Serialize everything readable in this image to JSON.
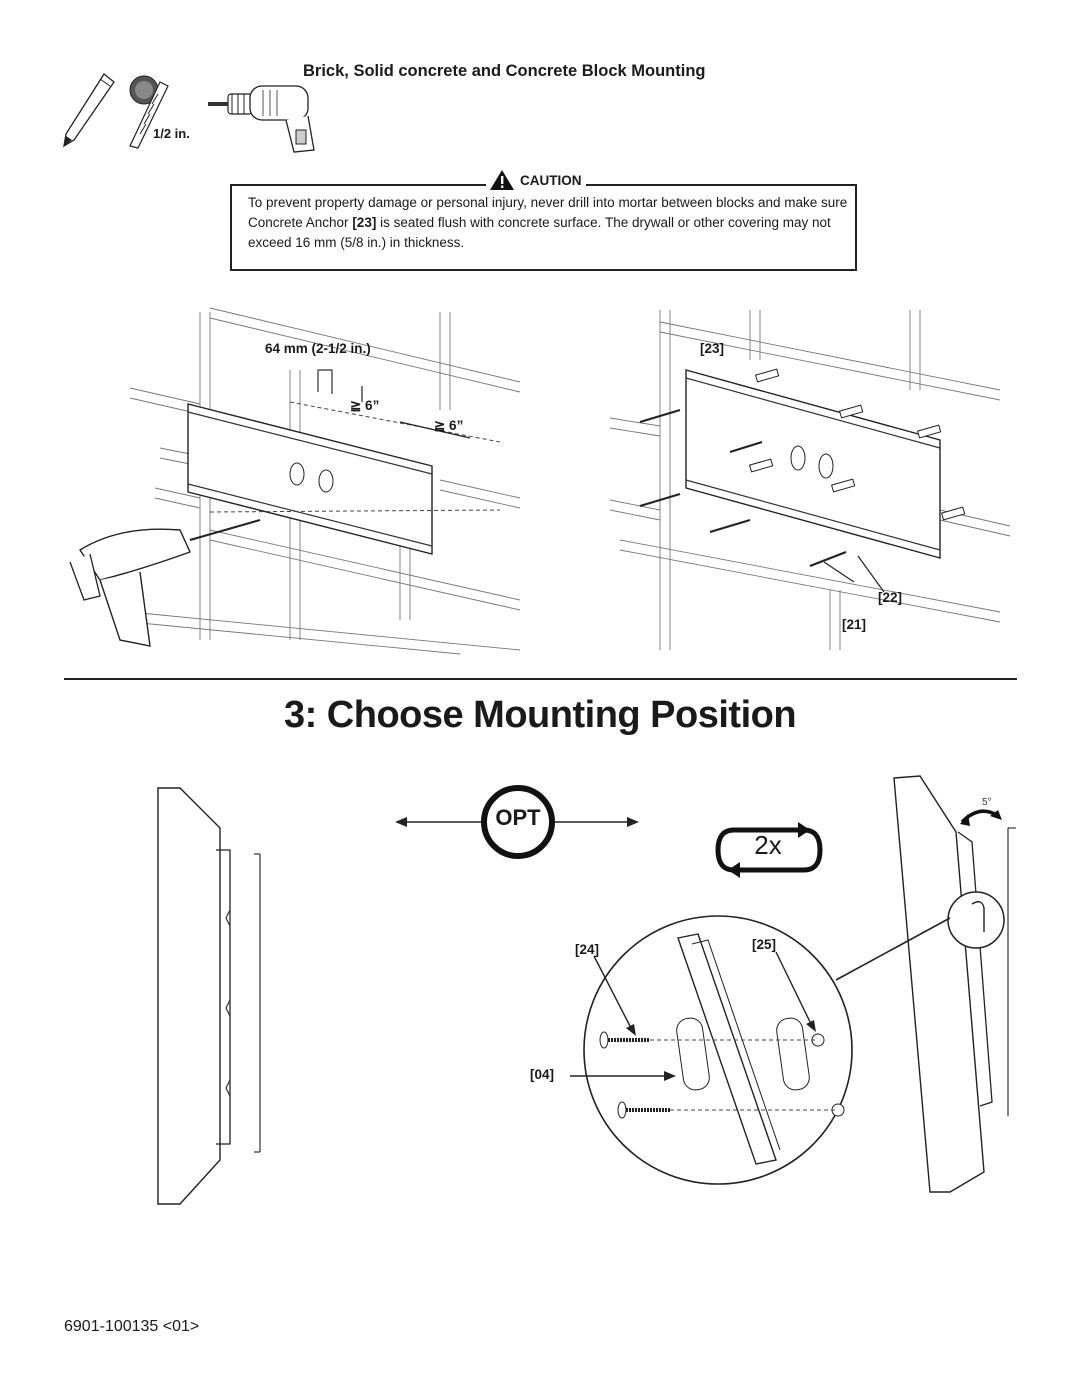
{
  "header": {
    "section_title": "Brick, Solid concrete and Concrete Block Mounting",
    "bit_size": "1/2 in."
  },
  "caution": {
    "label": "CAUTION",
    "text_before": "To prevent property damage or personal injury, never drill into mortar between blocks and make sure Concrete Anchor ",
    "part_ref": "[23]",
    "text_after": " is seated flush with concrete surface. The drywall or other covering may not exceed 16 mm (5/8 in.) in thickness."
  },
  "left_diagram": {
    "depth_label": "64 mm (2-1/2 in.)",
    "spacing_vertical": "≧ 6”",
    "spacing_horizontal": "≧ 6”"
  },
  "right_diagram": {
    "part_anchor": "[23]",
    "part_washer": "[22]",
    "part_screw": "[21]"
  },
  "step": {
    "title": "3: Choose Mounting Position",
    "opt_badge": "OPT",
    "repeat_badge": "2x",
    "tilt_angle": "5°",
    "part_bolt": "[24]",
    "part_nut": "[25]",
    "part_spacer": "[04]"
  },
  "footer": {
    "doc_number": "6901-100135 <01>"
  },
  "icons": [
    "pencil-icon",
    "drill-bit-icon",
    "power-drill-icon",
    "warning-icon",
    "rotate-arrow-icon",
    "repeat-arrow-icon"
  ]
}
